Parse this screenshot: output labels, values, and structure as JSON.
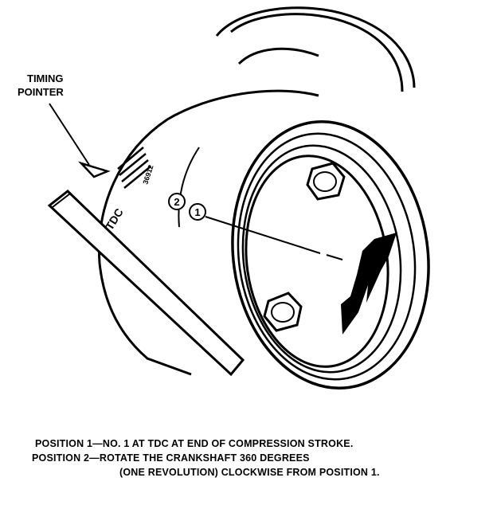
{
  "labels": {
    "timing_pointer_line1": "TIMING",
    "timing_pointer_line2": "POINTER",
    "tdc": "TDC",
    "degree_marks": "36912",
    "position_1": "1",
    "position_2": "2"
  },
  "caption": {
    "line1": "POSITION 1—NO. 1 AT TDC AT END OF COMPRESSION STROKE.",
    "line2": "POSITION 2—ROTATE THE CRANKSHAFT 360 DEGREES",
    "line3": "(ONE REVOLUTION) CLOCKWISE FROM POSITION 1."
  },
  "colors": {
    "ink": "#000000",
    "paper": "#ffffff"
  }
}
